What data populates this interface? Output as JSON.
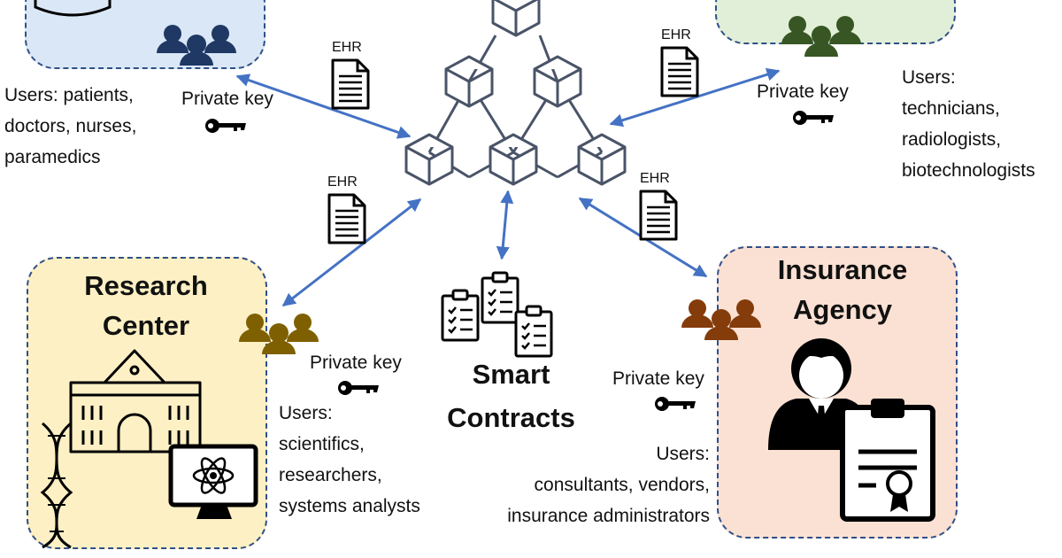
{
  "labels": {
    "doc_label": "EHR",
    "key_label": "Private key"
  },
  "hospital": {
    "users_text": "Users: patients,\ndoctors, nurses,\nparamedics"
  },
  "laboratory": {
    "users_text": "Users:\ntechnicians,\nradiologists,\nbiotechnologists"
  },
  "research": {
    "title": "Research\nCenter",
    "users_text": "Users:\nscientifics,\nresearchers,\nsystems analysts"
  },
  "insurance": {
    "title": "Insurance\nAgency",
    "users_text": "Users:\nconsultants, vendors,\ninsurance administrators"
  },
  "contracts": {
    "title": "Smart\nContracts"
  },
  "colors": {
    "arrow": "#4472c4",
    "blockchain": "#4a5468",
    "hospital_bg": "#dae7f6",
    "lab_bg": "#e1efd8",
    "research_bg": "#fdf0c4",
    "insurance_bg": "#fbe1d3",
    "hospital_users": "#1f3864",
    "lab_users": "#375623",
    "research_users": "#7f6000",
    "insurance_users": "#843c0b"
  }
}
